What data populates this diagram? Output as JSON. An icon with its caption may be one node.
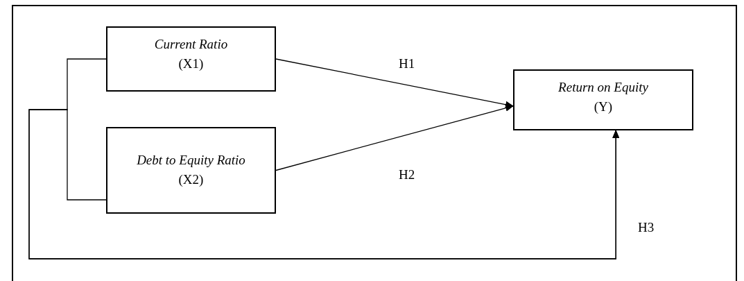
{
  "diagram": {
    "nodes": [
      {
        "text": [
          "Current Ratio",
          "(X1)"
        ]
      },
      {
        "text": [
          "Debt to Equity Ratio",
          "(X2)"
        ]
      },
      {
        "text": [
          "Return on Equity",
          "(Y)"
        ]
      }
    ],
    "edges": [
      {
        "from": 0,
        "to": 2,
        "arrow": "to",
        "label": "H1"
      },
      {
        "from": 1,
        "to": 2,
        "arrow": "to",
        "label": "H2"
      },
      {
        "from": 0,
        "to": 2,
        "arrow": "to",
        "label": "H3"
      },
      {
        "from": 1,
        "to": 2,
        "arrow": "to"
      }
    ]
  }
}
